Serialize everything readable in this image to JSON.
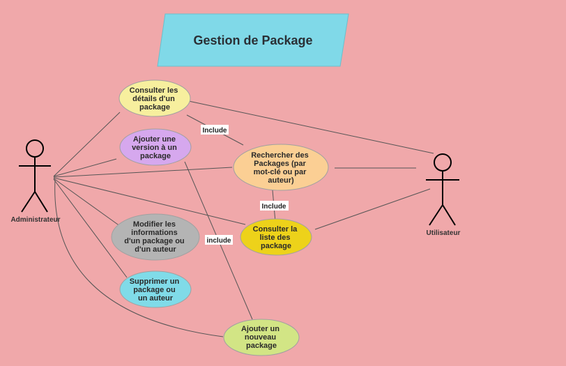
{
  "title": "Gestion de Package",
  "actors": {
    "admin": "Administrateur",
    "user": "Utilisateur"
  },
  "use_cases": {
    "consulter_details": {
      "lines": [
        "Consulter les",
        "détails d'un",
        "package"
      ],
      "color": "#f7ef9e"
    },
    "ajouter_version": {
      "lines": [
        "Ajouter une",
        "version à un",
        "package"
      ],
      "color": "#d6a8ee"
    },
    "rechercher": {
      "lines": [
        "Rechercher des",
        "Packages (par",
        "mot-clé ou par",
        "auteur)"
      ],
      "color": "#fbcf94"
    },
    "modifier": {
      "lines": [
        "Modifier les",
        "informations",
        "d'un package ou",
        "d'un auteur"
      ],
      "color": "#b4b4b4"
    },
    "consulter_liste": {
      "lines": [
        "Consulter la",
        "liste des",
        "package"
      ],
      "color": "#edd21a"
    },
    "supprimer": {
      "lines": [
        "Supprimer un",
        "package ou",
        "un auteur"
      ],
      "color": "#80dbe8"
    },
    "ajouter_nouveau": {
      "lines": [
        "Ajouter un",
        "nouveau",
        "package"
      ],
      "color": "#d2e585"
    }
  },
  "relations": {
    "include_1": "Include",
    "include_2": "Include",
    "include_3": "include"
  },
  "colors": {
    "background": "#f0a8aa",
    "title_box": "#80d9e8"
  }
}
